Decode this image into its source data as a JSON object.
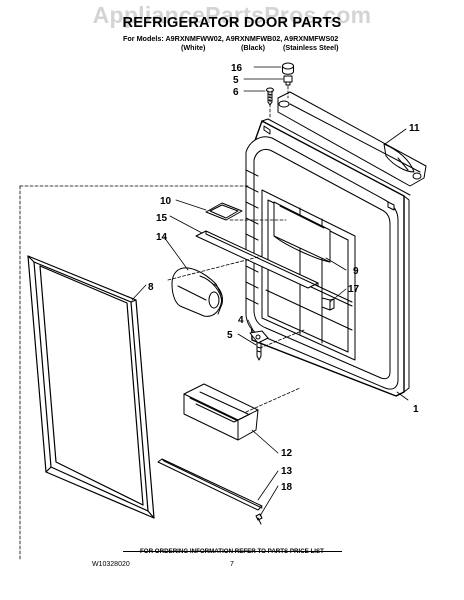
{
  "watermark": "AppliancePartsPros.com",
  "title": "REFRIGERATOR DOOR PARTS",
  "models": {
    "prefix": "For Models:",
    "list": "A9RXNMFWW02, A9RXNMFWB02, A9RXNMFWS02",
    "white": "(White)",
    "black": "(Black)",
    "stainless": "(Stainless Steel)"
  },
  "callouts": {
    "c16": "16",
    "c5a": "5",
    "c6": "6",
    "c11": "11",
    "c10": "10",
    "c15": "15",
    "c14": "14",
    "c8": "8",
    "c9": "9",
    "c17": "17",
    "c4": "4",
    "c5b": "5",
    "c1": "1",
    "c12": "12",
    "c13": "13",
    "c18": "18"
  },
  "footer": {
    "order_note": "FOR ORDERING INFORMATION REFER TO PARTS PRICE LIST",
    "doc_number": "W10328020",
    "page": "7"
  }
}
